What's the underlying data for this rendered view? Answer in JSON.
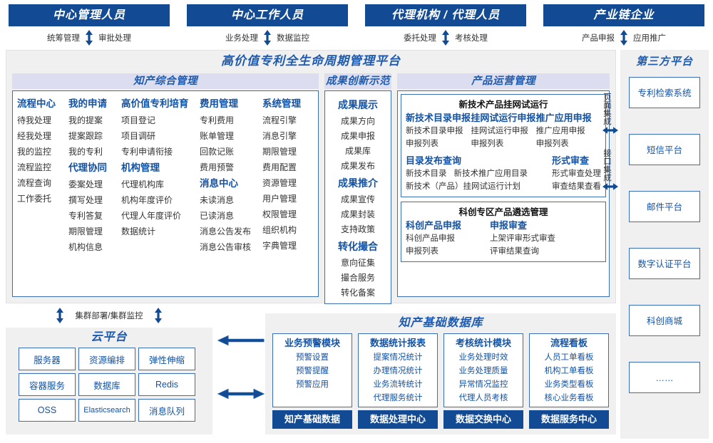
{
  "actors": [
    {
      "title": "中心管理人员",
      "left": "统筹管理",
      "right": "审批处理"
    },
    {
      "title": "中心工作人员",
      "left": "业务处理",
      "right": "数据监控"
    },
    {
      "title": "代理机构 / 代理人员",
      "left": "委托处理",
      "right": "考核处理"
    },
    {
      "title": "产业链企业",
      "left": "产品申报",
      "right": "应用推广"
    }
  ],
  "platform": {
    "title": "高价值专利全生命周期管理平台",
    "zhichan": {
      "head": "知产综合管理",
      "columns": [
        {
          "groups": [
            {
              "title": "流程中心",
              "items": [
                "待我处理",
                "经我处理",
                "我的监控",
                "流程监控",
                "流程查询",
                "工作委托"
              ]
            }
          ]
        },
        {
          "groups": [
            {
              "title": "我的申请",
              "items": [
                "我的提案",
                "提案跟踪",
                "我的专利"
              ]
            },
            {
              "title": "代理协同",
              "items": [
                "委案处理",
                "撰写处理",
                "专利答复",
                "期限管理",
                "机构信息"
              ]
            }
          ]
        },
        {
          "groups": [
            {
              "title": "高价值专利培育",
              "items": [
                "项目登记",
                "项目调研",
                "专利申请衔接"
              ]
            },
            {
              "title": "机构管理",
              "items": [
                "代理机构库",
                "机构年度评价",
                "代理人年度评价",
                "数据统计"
              ]
            }
          ]
        },
        {
          "groups": [
            {
              "title": "费用管理",
              "items": [
                "专利费用",
                "账单管理",
                "回款记账",
                "费用预警"
              ]
            },
            {
              "title": "消息中心",
              "items": [
                "未读消息",
                "已读消息",
                "消息公告发布",
                "消息公告审核"
              ]
            }
          ]
        },
        {
          "groups": [
            {
              "title": "系统管理",
              "items": [
                "流程引擎",
                "消息引擎",
                "期限管理",
                "费用配置",
                "资源管理",
                "用户管理",
                "权限管理",
                "组织机构",
                "字典管理"
              ]
            }
          ]
        }
      ]
    },
    "chengguo": {
      "head": "成果创新示范",
      "groups": [
        {
          "title": "成果展示",
          "items": [
            "成果方向",
            "成果申报",
            "成果库",
            "成果发布"
          ]
        },
        {
          "title": "成果推介",
          "items": [
            "成果宣传",
            "成果封装",
            "支持政策"
          ]
        },
        {
          "title": "转化撮合",
          "items": [
            "意向征集",
            "撮合服务",
            "转化备案"
          ]
        }
      ]
    },
    "chanpin": {
      "head": "产品运营管理",
      "boxes": [
        {
          "title": "新技术产品挂网试运行",
          "columns": [
            {
              "title": "新技术目录申报",
              "items": [
                "新技术目录申报",
                "申报列表"
              ]
            },
            {
              "title": "挂网试运行申报",
              "items": [
                "挂网试运行申报",
                "申报列表"
              ]
            },
            {
              "title": "推广应用申报",
              "items": [
                "推广应用申报",
                "申报列表"
              ]
            }
          ],
          "row2": [
            {
              "title": "目录发布查询",
              "items": [
                "新技术目录",
                "新技术推广应用目录",
                "新技术（产品）挂网试运行计划"
              ]
            },
            {
              "title": "形式审查",
              "items": [
                "形式审查处理",
                "审查结果查看"
              ]
            }
          ]
        },
        {
          "title": "科创专区产品遴选管理",
          "columns": [
            {
              "title": "科创产品申报",
              "items": [
                "科创产品申报",
                "申报列表"
              ]
            },
            {
              "title": "申报审查",
              "items": [
                "上架评审形式审查",
                "评审结果查询"
              ]
            }
          ]
        }
      ]
    }
  },
  "integration": {
    "page_label": "页面集成",
    "api_label": "接口集成"
  },
  "third_party": {
    "title": "第三方平台",
    "items": [
      "专利检索系统",
      "短信平台",
      "邮件平台",
      "数字认证平台",
      "科创商城",
      "……"
    ]
  },
  "cloud": {
    "note": "集群部署/集群监控",
    "title": "云平台",
    "cells": [
      "服务器",
      "资源编排",
      "弹性伸缩",
      "容器服务",
      "数据库",
      "Redis",
      "OSS",
      "Elasticsearch",
      "消息队列"
    ]
  },
  "database": {
    "title": "知产基础数据库",
    "columns": [
      {
        "title": "业务预警模块",
        "items": [
          "预警设置",
          "预警提醒",
          "预警应用"
        ],
        "foot": "知产基础数据"
      },
      {
        "title": "数据统计报表",
        "items": [
          "提案情况统计",
          "办理情况统计",
          "业务流转统计",
          "代理服务统计"
        ],
        "foot": "数据处理中心"
      },
      {
        "title": "考核统计模块",
        "items": [
          "业务处理时效",
          "业务处理质量",
          "异常情况监控",
          "代理人员考核"
        ],
        "foot": "数据交换中心"
      },
      {
        "title": "流程看板",
        "items": [
          "人员工单看板",
          "机构工单看板",
          "业务类型看板",
          "核心业务看板"
        ],
        "foot": "数据服务中心"
      }
    ]
  },
  "colors": {
    "brand_dark": "#124a93",
    "brand": "#1452a3",
    "brand_light": "#1d5bb0",
    "panel_head_bg": "#dcdef0",
    "frame_bg": "#f0f0f0",
    "border": "#3a6fb5"
  }
}
